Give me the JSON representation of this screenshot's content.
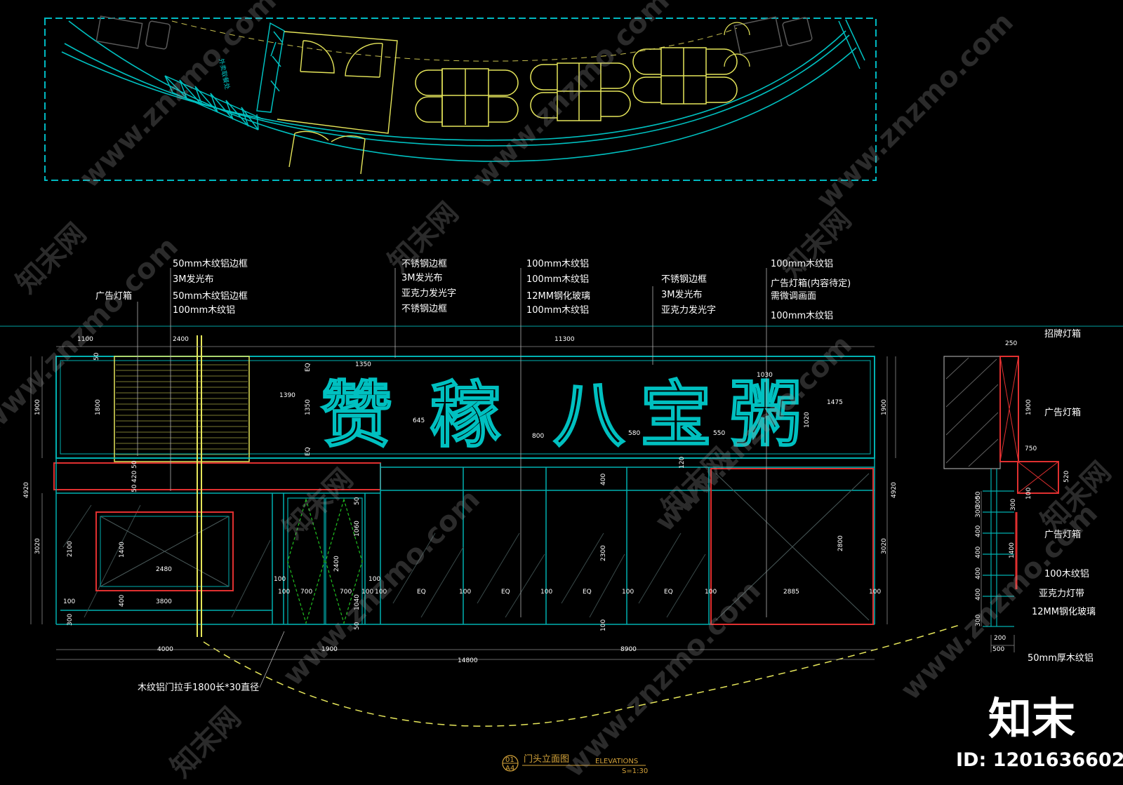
{
  "colors": {
    "background": "#000000",
    "cyan": "#00c0c0",
    "yellow": "#e6e65a",
    "red": "#e03030",
    "white": "#ffffff",
    "title": "#d4a33a"
  },
  "plan": {
    "label": "外卖取餐处"
  },
  "callouts": {
    "col1": [
      "50mm木纹铝边框",
      "3M发光布",
      "50mm木纹铝边框",
      "100mm木纹铝"
    ],
    "col1_left": "广告灯箱",
    "col2": [
      "不锈钢边框",
      "3M发光布",
      "亚克力发光字",
      "不锈钢边框"
    ],
    "col3": [
      "100mm木纹铝",
      "100mm木纹铝",
      "12MM钢化玻璃",
      "100mm木纹铝"
    ],
    "col4": [
      "不锈钢边框",
      "3M发光布",
      "亚克力发光字"
    ],
    "col5": [
      "100mm木纹铝",
      "广告灯箱(内容待定)",
      "需微调画面",
      "100mm木纹铝"
    ],
    "handle": "木纹铝门拉手1800长*30直径"
  },
  "side_callouts": [
    "招牌灯箱",
    "广告灯箱",
    "广告灯箱",
    "100木纹铝",
    "亚克力灯带",
    "12MM钢化玻璃",
    "50mm厚木纹铝"
  ],
  "sign": {
    "chars": [
      "赞",
      "稼",
      "八",
      "宝",
      "粥"
    ]
  },
  "dims": {
    "top": [
      "1100",
      "2400",
      "11300"
    ],
    "left_sign": [
      "50",
      "1800",
      "1900",
      "4920",
      "3020",
      "2100",
      "300",
      "50",
      "420",
      "50"
    ],
    "sign_inner": [
      "1350",
      "1390",
      "EQ",
      "1350",
      "EQ",
      "645",
      "800",
      "580",
      "550",
      "1030",
      "1020",
      "1475",
      "1900",
      "120"
    ],
    "lower": [
      "1400",
      "2480",
      "3800",
      "400",
      "100",
      "100",
      "700",
      "700",
      "100",
      "100",
      "100",
      "2400",
      "1060",
      "1040",
      "50",
      "50",
      "100",
      "EQ",
      "100",
      "EQ",
      "100",
      "EQ",
      "100",
      "EQ",
      "100",
      "100",
      "400",
      "2300",
      "100",
      "2800",
      "2885",
      "4920",
      "3020"
    ],
    "bottom": [
      "4000",
      "1900",
      "8900",
      "14800"
    ],
    "side": [
      "250",
      "1900",
      "750",
      "520",
      "100",
      "300",
      "300",
      "50",
      "300",
      "400",
      "400",
      "400",
      "400",
      "300",
      "200",
      "500",
      "1400"
    ]
  },
  "title": {
    "main": "门头立面图",
    "en": "ELEVATIONS",
    "scale": "S=1:30",
    "num": "01",
    "sub": "A4"
  },
  "watermarks": {
    "site": "www.znzmo.com",
    "brand": "知末网"
  },
  "logo": "知末",
  "image_id": "ID: 1201636602"
}
